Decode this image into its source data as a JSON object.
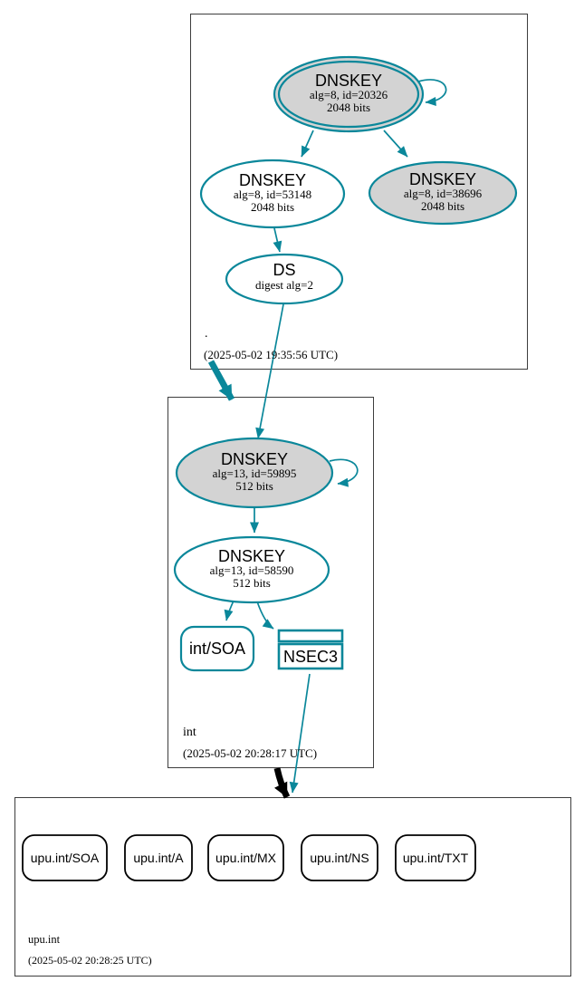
{
  "colors": {
    "secure_teal": "#0a879a",
    "node_fill_gray": "#d3d3d3",
    "node_fill_white": "#ffffff",
    "box_border": "#3d3d3d",
    "delegation_black": "#000000"
  },
  "zones": {
    "root": {
      "label": ".",
      "timestamp": "(2025-05-02 19:35:56 UTC)",
      "dnskey_20326": {
        "title": "DNSKEY",
        "detail": "alg=8, id=20326",
        "bits": "2048 bits"
      },
      "dnskey_53148": {
        "title": "DNSKEY",
        "detail": "alg=8, id=53148",
        "bits": "2048 bits"
      },
      "dnskey_38696": {
        "title": "DNSKEY",
        "detail": "alg=8, id=38696",
        "bits": "2048 bits"
      },
      "ds": {
        "title": "DS",
        "detail": "digest alg=2"
      }
    },
    "int": {
      "label": "int",
      "timestamp": "(2025-05-02 20:28:17 UTC)",
      "dnskey_59895": {
        "title": "DNSKEY",
        "detail": "alg=13, id=59895",
        "bits": "512 bits"
      },
      "dnskey_58590": {
        "title": "DNSKEY",
        "detail": "alg=13, id=58590",
        "bits": "512 bits"
      },
      "soa": {
        "label": "int/SOA"
      },
      "nsec3": {
        "label": "NSEC3"
      }
    },
    "upu_int": {
      "label": "upu.int",
      "timestamp": "(2025-05-02 20:28:25 UTC)",
      "rrsets": [
        {
          "label": "upu.int/SOA"
        },
        {
          "label": "upu.int/A"
        },
        {
          "label": "upu.int/MX"
        },
        {
          "label": "upu.int/NS"
        },
        {
          "label": "upu.int/TXT"
        }
      ]
    }
  }
}
